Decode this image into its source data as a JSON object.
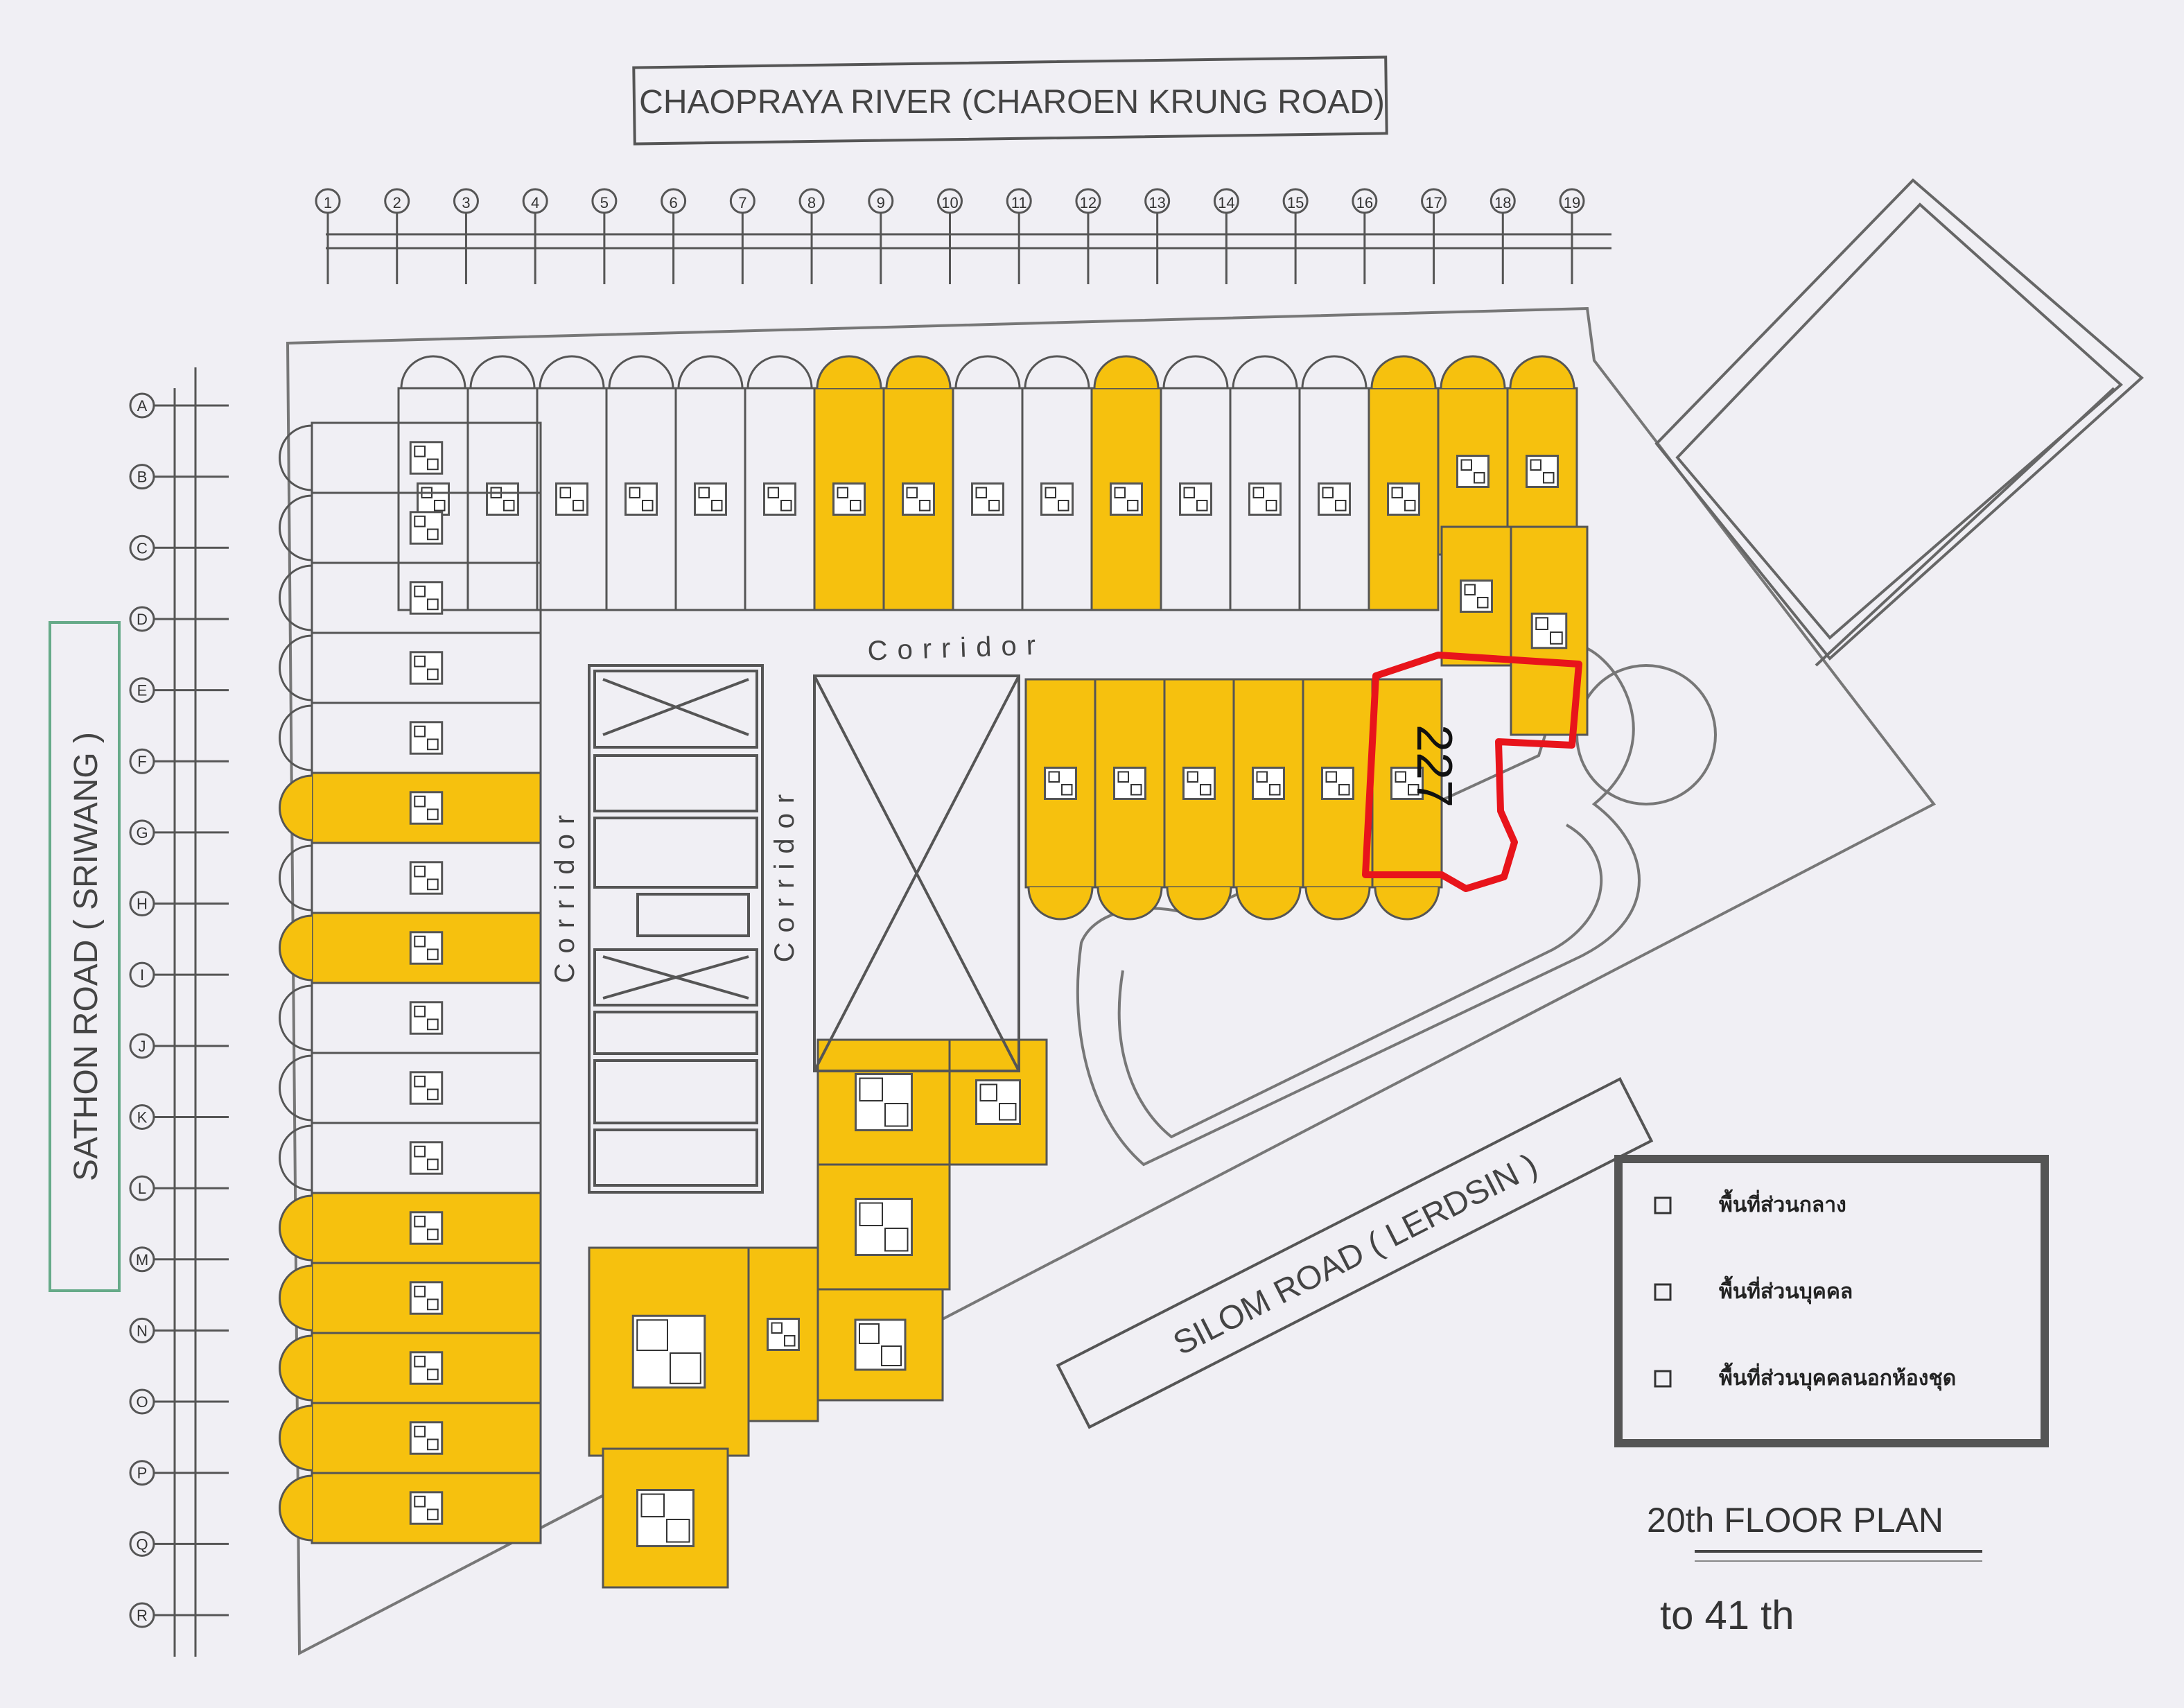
{
  "labels": {
    "river": "CHAOPRAYA RIVER (CHAROEN KRUNG ROAD)",
    "west_road": "SATHON ROAD ( SRIWANG )",
    "south_road": "SILOM ROAD ( LERDSIN )",
    "corridor_top": "Corridor",
    "corridor_left": "Corridor",
    "corridor_mid": "Corridor",
    "floor_plan_title": "20th FLOOR PLAN",
    "floor_range": "to 41 th",
    "unit_number": "227"
  },
  "column_grid": [
    "1",
    "2",
    "3",
    "4",
    "5",
    "6",
    "7",
    "8",
    "9",
    "10",
    "11",
    "12",
    "13",
    "14",
    "15",
    "16",
    "17",
    "18",
    "19"
  ],
  "row_grid": [
    "A",
    "B",
    "C",
    "D",
    "E",
    "F",
    "G",
    "H",
    "I",
    "J",
    "K",
    "L",
    "M",
    "N",
    "O",
    "P",
    "Q",
    "R"
  ],
  "legend": [
    {
      "label": "พื้นที่ส่วนกลาง"
    },
    {
      "label": "พื้นที่ส่วนบุคคล"
    },
    {
      "label": "พื้นที่ส่วนบุคคลนอกห้องชุด"
    }
  ],
  "colors": {
    "background": "#f0eff4",
    "line": "#555555",
    "unit_fill": "#f6c10e",
    "highlight": "#e8141b"
  }
}
